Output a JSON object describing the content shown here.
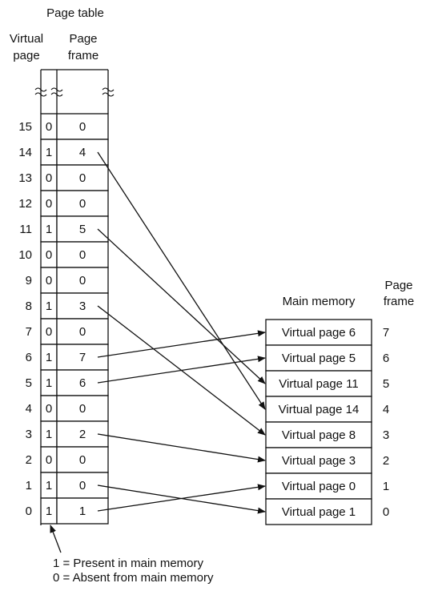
{
  "page_table": {
    "title": "Page table",
    "virtual_page_header": [
      "Virtual",
      "page"
    ],
    "page_frame_header": [
      "Page",
      "frame"
    ],
    "rows": [
      {
        "vpage": "15",
        "present": "0",
        "frame": "0"
      },
      {
        "vpage": "14",
        "present": "1",
        "frame": "4"
      },
      {
        "vpage": "13",
        "present": "0",
        "frame": "0"
      },
      {
        "vpage": "12",
        "present": "0",
        "frame": "0"
      },
      {
        "vpage": "11",
        "present": "1",
        "frame": "5"
      },
      {
        "vpage": "10",
        "present": "0",
        "frame": "0"
      },
      {
        "vpage": "9",
        "present": "0",
        "frame": "0"
      },
      {
        "vpage": "8",
        "present": "1",
        "frame": "3"
      },
      {
        "vpage": "7",
        "present": "0",
        "frame": "0"
      },
      {
        "vpage": "6",
        "present": "1",
        "frame": "7"
      },
      {
        "vpage": "5",
        "present": "1",
        "frame": "6"
      },
      {
        "vpage": "4",
        "present": "0",
        "frame": "0"
      },
      {
        "vpage": "3",
        "present": "1",
        "frame": "2"
      },
      {
        "vpage": "2",
        "present": "0",
        "frame": "0"
      },
      {
        "vpage": "1",
        "present": "1",
        "frame": "0"
      },
      {
        "vpage": "0",
        "present": "1",
        "frame": "1"
      }
    ]
  },
  "main_memory": {
    "title": "Main memory",
    "page_frame_header": [
      "Page",
      "frame"
    ],
    "frames": [
      {
        "label": "Virtual page 6",
        "frame": "7"
      },
      {
        "label": "Virtual page 5",
        "frame": "6"
      },
      {
        "label": "Virtual page 11",
        "frame": "5"
      },
      {
        "label": "Virtual page 14",
        "frame": "4"
      },
      {
        "label": "Virtual page 8",
        "frame": "3"
      },
      {
        "label": "Virtual page 3",
        "frame": "2"
      },
      {
        "label": "Virtual page 0",
        "frame": "1"
      },
      {
        "label": "Virtual page 1",
        "frame": "0"
      }
    ]
  },
  "legend": {
    "present": "1 = Present in main memory",
    "absent": "0 = Absent from main memory"
  }
}
